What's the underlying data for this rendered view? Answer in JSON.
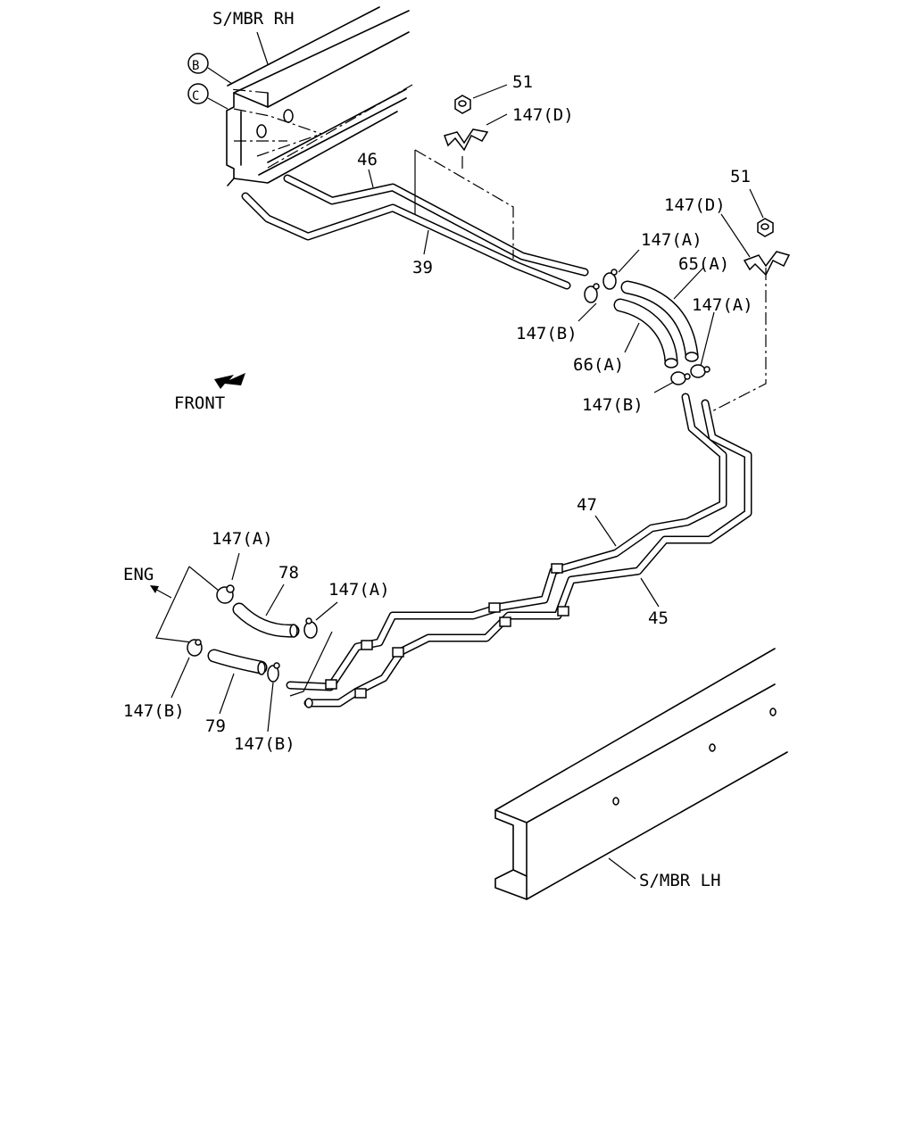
{
  "labels": {
    "smbr_rh": "S/MBR RH",
    "smbr_lh": "S/MBR LH",
    "circle_b": "B",
    "circle_c": "C",
    "front": "FRONT",
    "eng": "ENG",
    "p51_top": "51",
    "p147d_top": "147(D)",
    "p46": "46",
    "p39": "39",
    "p51_right": "51",
    "p147d_right": "147(D)",
    "p147a_top": "147(A)",
    "p65a": "65(A)",
    "p147a_right": "147(A)",
    "p147b_mid": "147(B)",
    "p66a": "66(A)",
    "p147b_right": "147(B)",
    "p47": "47",
    "p45": "45",
    "p147a_left": "147(A)",
    "p78": "78",
    "p147a_lower": "147(A)",
    "p147b_left": "147(B)",
    "p79": "79",
    "p147b_bottom": "147(B)"
  }
}
